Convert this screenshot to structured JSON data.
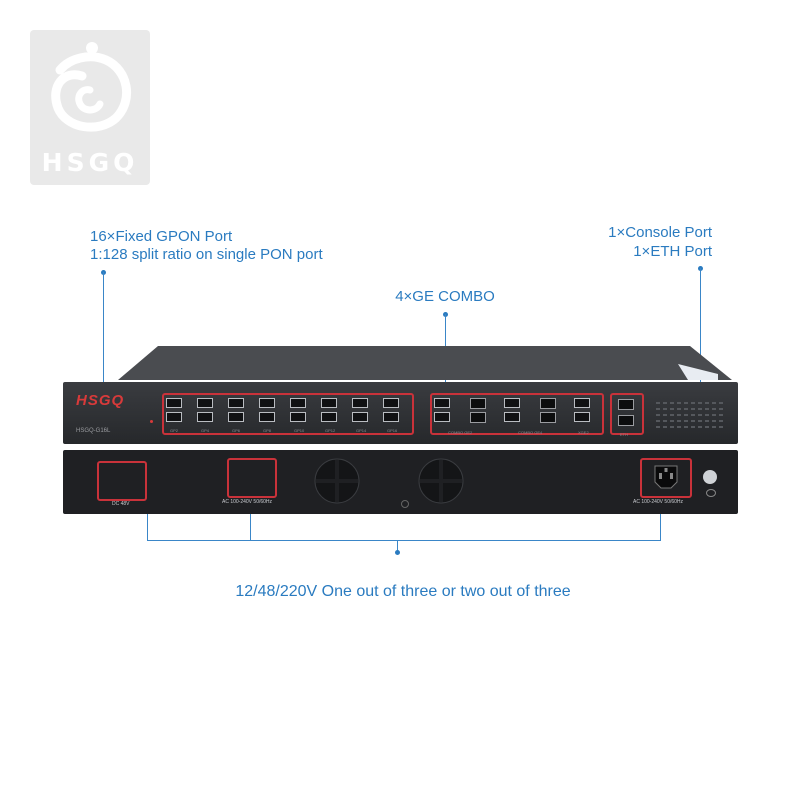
{
  "logo": {
    "text": "HSGQ"
  },
  "annotations": {
    "gpon_line1": "16×Fixed GPON Port",
    "gpon_line2": "1:128 split ratio on single PON port",
    "console_line1": "1×Console Port",
    "console_line2": "1×ETH Port",
    "combo": "4×GE COMBO",
    "power": "12/48/220V One out of three or two out of three"
  },
  "device": {
    "brand": "HSGQ",
    "model": "HSGQ-G16L",
    "gpon_labels": [
      "GP2",
      "GP4",
      "GP6",
      "GP8",
      "GP10",
      "GP12",
      "GP14",
      "GP16"
    ],
    "combo_labels": [
      "COMBO GE2",
      "COMBO GE4",
      "XGE2"
    ],
    "eth_label": "ETH",
    "dc_label": "DC 48V",
    "ac_label": "AC 100-240V 50/60Hz",
    "ac_label_2": "AC 100-240V 50/60Hz"
  },
  "colors": {
    "accent": "#2a7bc0",
    "highlight": "#c9323a"
  }
}
